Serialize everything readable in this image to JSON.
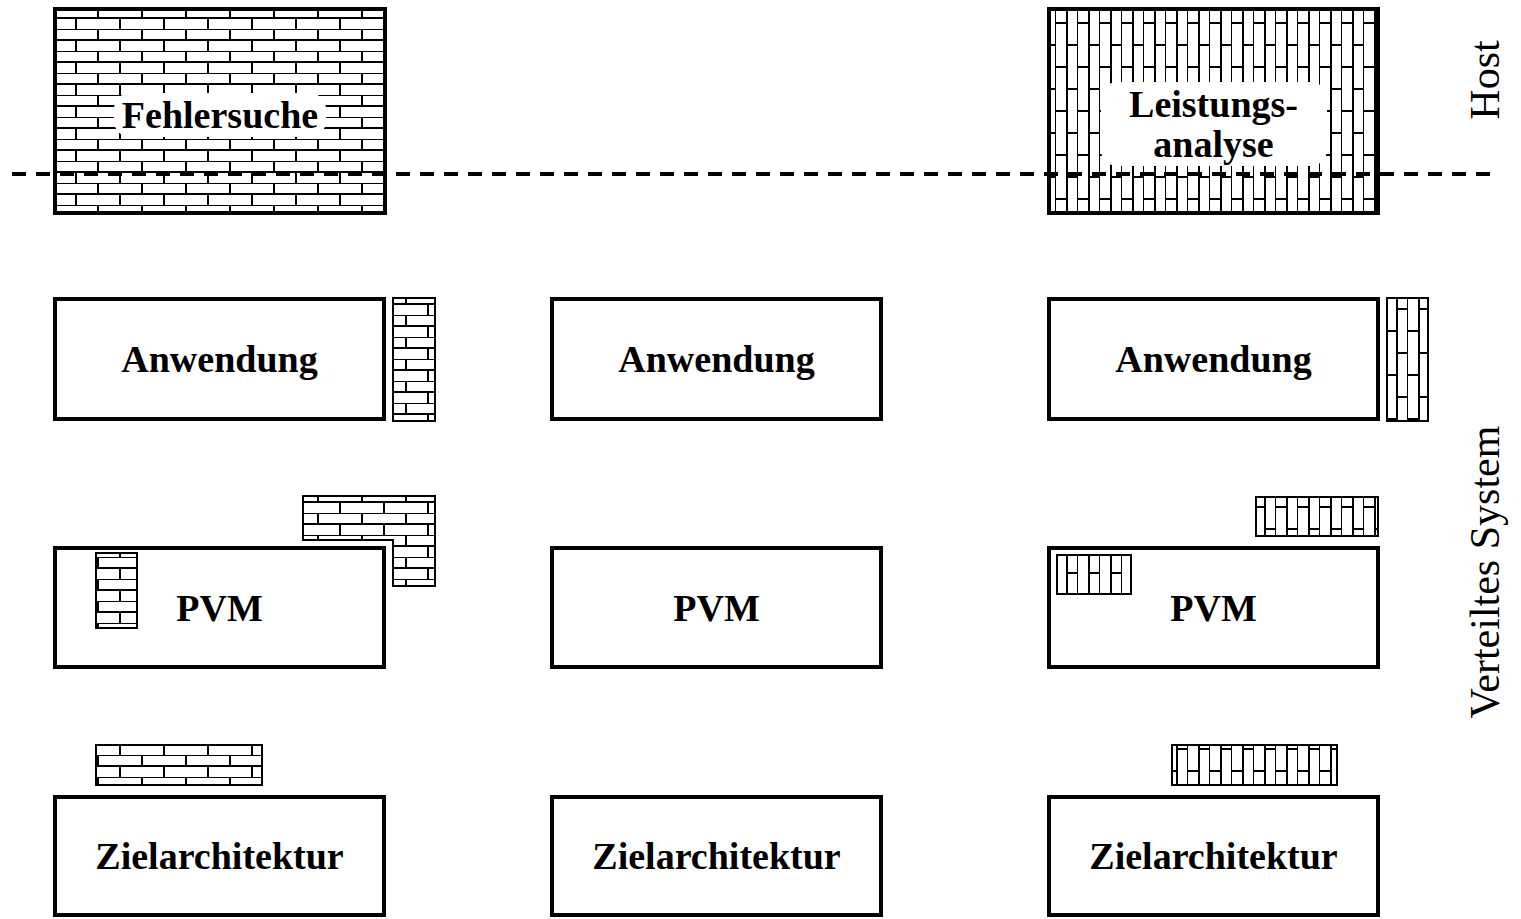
{
  "diagram": {
    "nodes": [
      {
        "text": [
          "Fehlersuche"
        ]
      },
      {
        "text": [
          "Leistungs- analyse"
        ]
      },
      {
        "text": [
          "Anwendung"
        ]
      },
      {
        "text": [
          "Anwendung"
        ]
      },
      {
        "text": [
          "Anwendung"
        ]
      },
      {
        "text": [
          "PVM"
        ]
      },
      {
        "text": [
          "PVM"
        ]
      },
      {
        "text": [
          "PVM"
        ]
      },
      {
        "text": [
          "Zielarchitektur"
        ]
      },
      {
        "text": [
          "Zielarchitektur"
        ]
      },
      {
        "text": [
          "Zielarchitektur"
        ]
      }
    ],
    "labels": [
      "Host",
      "Verteiltes System"
    ]
  }
}
